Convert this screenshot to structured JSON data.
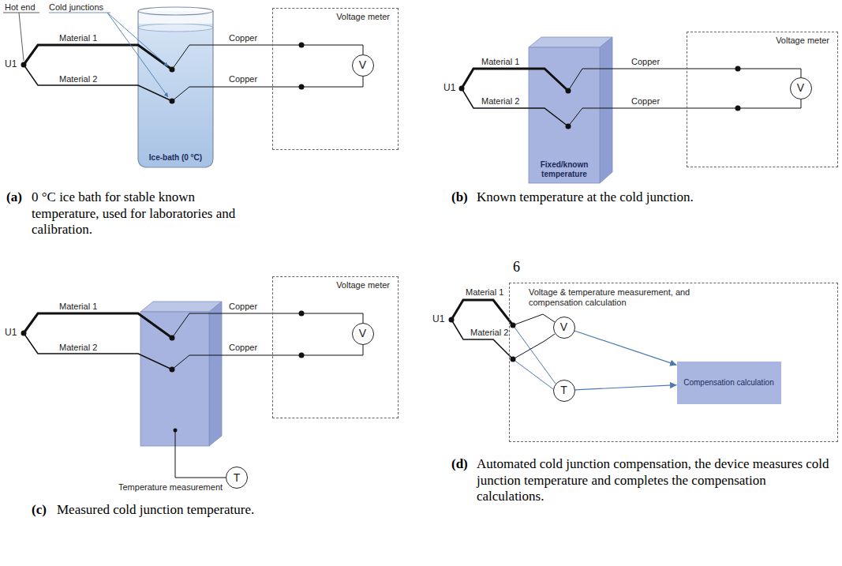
{
  "diagram": {
    "nodes": [
      {
        "text": [
          "Voltage meter"
        ]
      },
      {
        "text": [
          "V"
        ],
        "in": 0
      },
      {
        "text": [
          "Ice-bath (0 °C)"
        ]
      },
      {
        "text": [
          "Voltage meter"
        ]
      },
      {
        "text": [
          "V"
        ],
        "in": 3
      },
      {
        "text": [
          "Fixed/known temperature"
        ]
      },
      {
        "text": [
          "Voltage meter"
        ]
      },
      {
        "text": [
          "V"
        ],
        "in": 6
      },
      {
        "text": [
          "T"
        ]
      },
      {
        "text": [
          "Voltage & temperature measurement, and compensation calculation"
        ]
      },
      {
        "text": [
          "V"
        ],
        "in": 9
      },
      {
        "text": [
          "T"
        ],
        "in": 9
      },
      {
        "text": [
          "Compensation calculation"
        ],
        "in": 9
      }
    ],
    "edges": [
      {
        "from": 10,
        "to": 12,
        "arrow": "to"
      },
      {
        "from": 11,
        "to": 12,
        "arrow": "to"
      }
    ],
    "labels": [
      "Hot end",
      "Cold junctions",
      "U1",
      "Material 1",
      "Material 2",
      "Copper",
      "Copper",
      "(a)",
      "0 °C ice bath for stable known temperature, used for laboratories and calibration.",
      "U1",
      "Material 1",
      "Material 2",
      "Copper",
      "Copper",
      "(b)",
      "Known temperature at the cold junction.",
      "U1",
      "Material 1",
      "Material 2",
      "Copper",
      "Copper",
      "Temperature measurement",
      "(c)",
      "Measured cold junction temperature.",
      "6",
      "U1",
      "Material 1",
      "Material 2",
      "(d)",
      "Automated cold junction compensation, the device measures cold junction temperature and completes the compensation calculations."
    ]
  }
}
